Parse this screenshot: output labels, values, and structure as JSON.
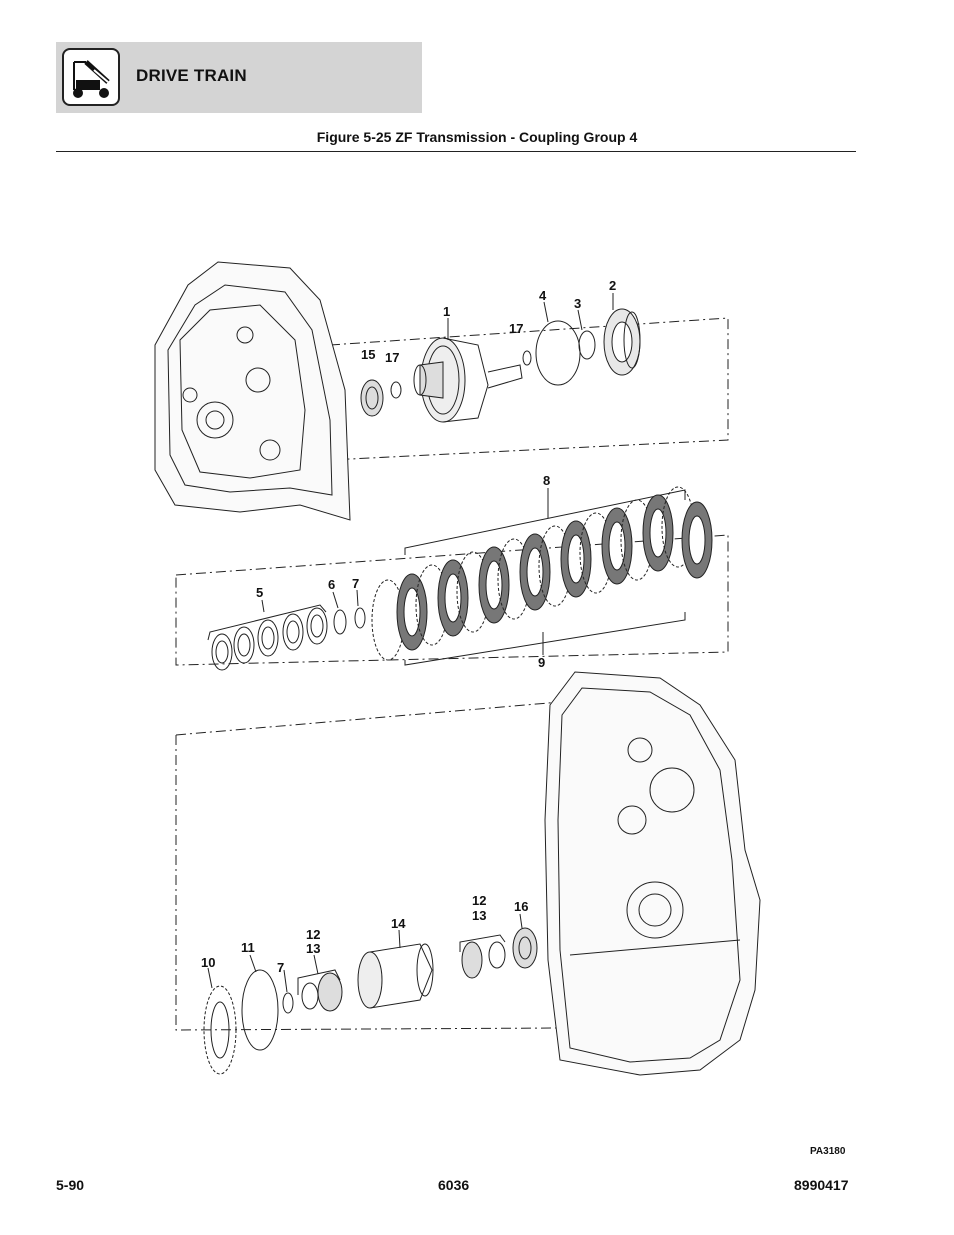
{
  "header": {
    "section_title": "DRIVE TRAIN",
    "logo_icon": "telehandler-vehicle-icon"
  },
  "figure": {
    "title": "Figure 5-25 ZF Transmission - Coupling Group 4",
    "reference": "PA3180",
    "callouts": [
      "1",
      "2",
      "3",
      "4",
      "17",
      "15",
      "17",
      "8",
      "5",
      "6",
      "7",
      "9",
      "12",
      "13",
      "16",
      "14",
      "10",
      "11",
      "7",
      "12",
      "13"
    ]
  },
  "footer": {
    "page_number": "5-90",
    "model": "6036",
    "part_number": "8990417"
  }
}
